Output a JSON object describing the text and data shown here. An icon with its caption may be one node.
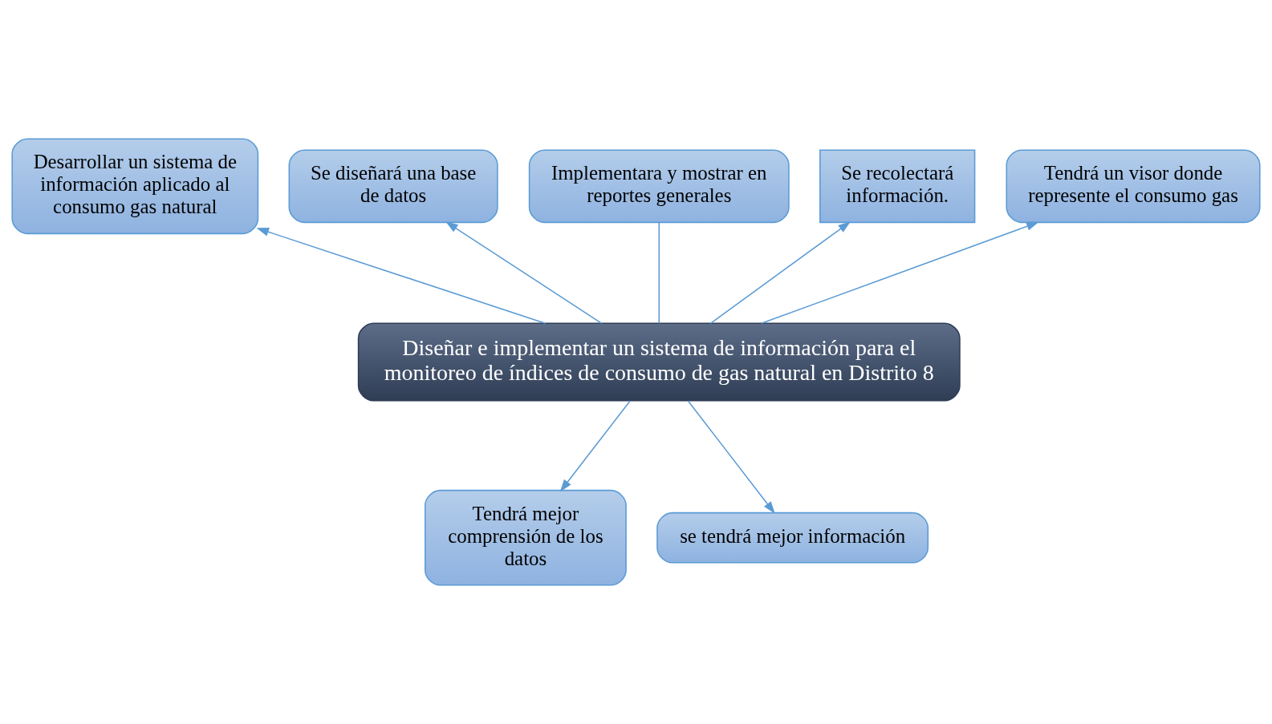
{
  "diagram": {
    "nodes": [
      {
        "text": [
          "Diseñar e implementar un sistema de información para el monitoreo de índices de consumo de gas natural en Distrito 8"
        ]
      },
      {
        "text": [
          "Desarrollar un sistema de información aplicado al consumo gas natural"
        ]
      },
      {
        "text": [
          "Se diseñará una base de datos"
        ]
      },
      {
        "text": [
          "Implementara y mostrar en reportes generales"
        ]
      },
      {
        "text": [
          "Se recolectará información."
        ]
      },
      {
        "text": [
          "Tendrá un visor donde represente el consumo gas"
        ]
      },
      {
        "text": [
          "Tendrá mejor comprensión de los datos"
        ]
      },
      {
        "text": [
          "se tendrá mejor información"
        ]
      }
    ],
    "edges": [
      {
        "from": 0,
        "to": 1,
        "arrow": "to"
      },
      {
        "from": 0,
        "to": 2,
        "arrow": "to"
      },
      {
        "from": 0,
        "to": 3,
        "arrow": "none"
      },
      {
        "from": 0,
        "to": 4,
        "arrow": "to"
      },
      {
        "from": 0,
        "to": 5,
        "arrow": "to"
      },
      {
        "from": 0,
        "to": 6,
        "arrow": "to"
      },
      {
        "from": 0,
        "to": 7,
        "arrow": "to"
      }
    ]
  }
}
